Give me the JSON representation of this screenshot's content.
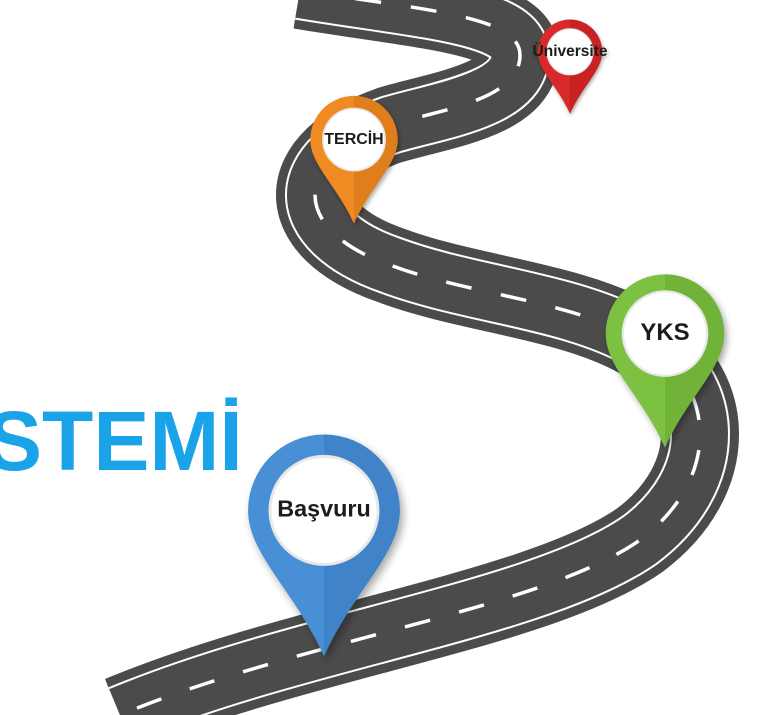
{
  "title_fragment": "STEMİ",
  "milestones": [
    {
      "id": "universite",
      "label": "Üniversite",
      "color": "#d92a2a",
      "color_dark": "#a81818"
    },
    {
      "id": "tercih",
      "label": "TERCİH",
      "color": "#f08a24",
      "color_dark": "#c4650e"
    },
    {
      "id": "yks",
      "label": "YKS",
      "color": "#7cc142",
      "color_dark": "#5a9a26"
    },
    {
      "id": "basvuru",
      "label": "Başvuru",
      "color": "#4a8fd6",
      "color_dark": "#2d6db3"
    }
  ],
  "road": {
    "asphalt": "#4b4b4b",
    "edge": "#ffffff",
    "lane": "#ffffff"
  }
}
